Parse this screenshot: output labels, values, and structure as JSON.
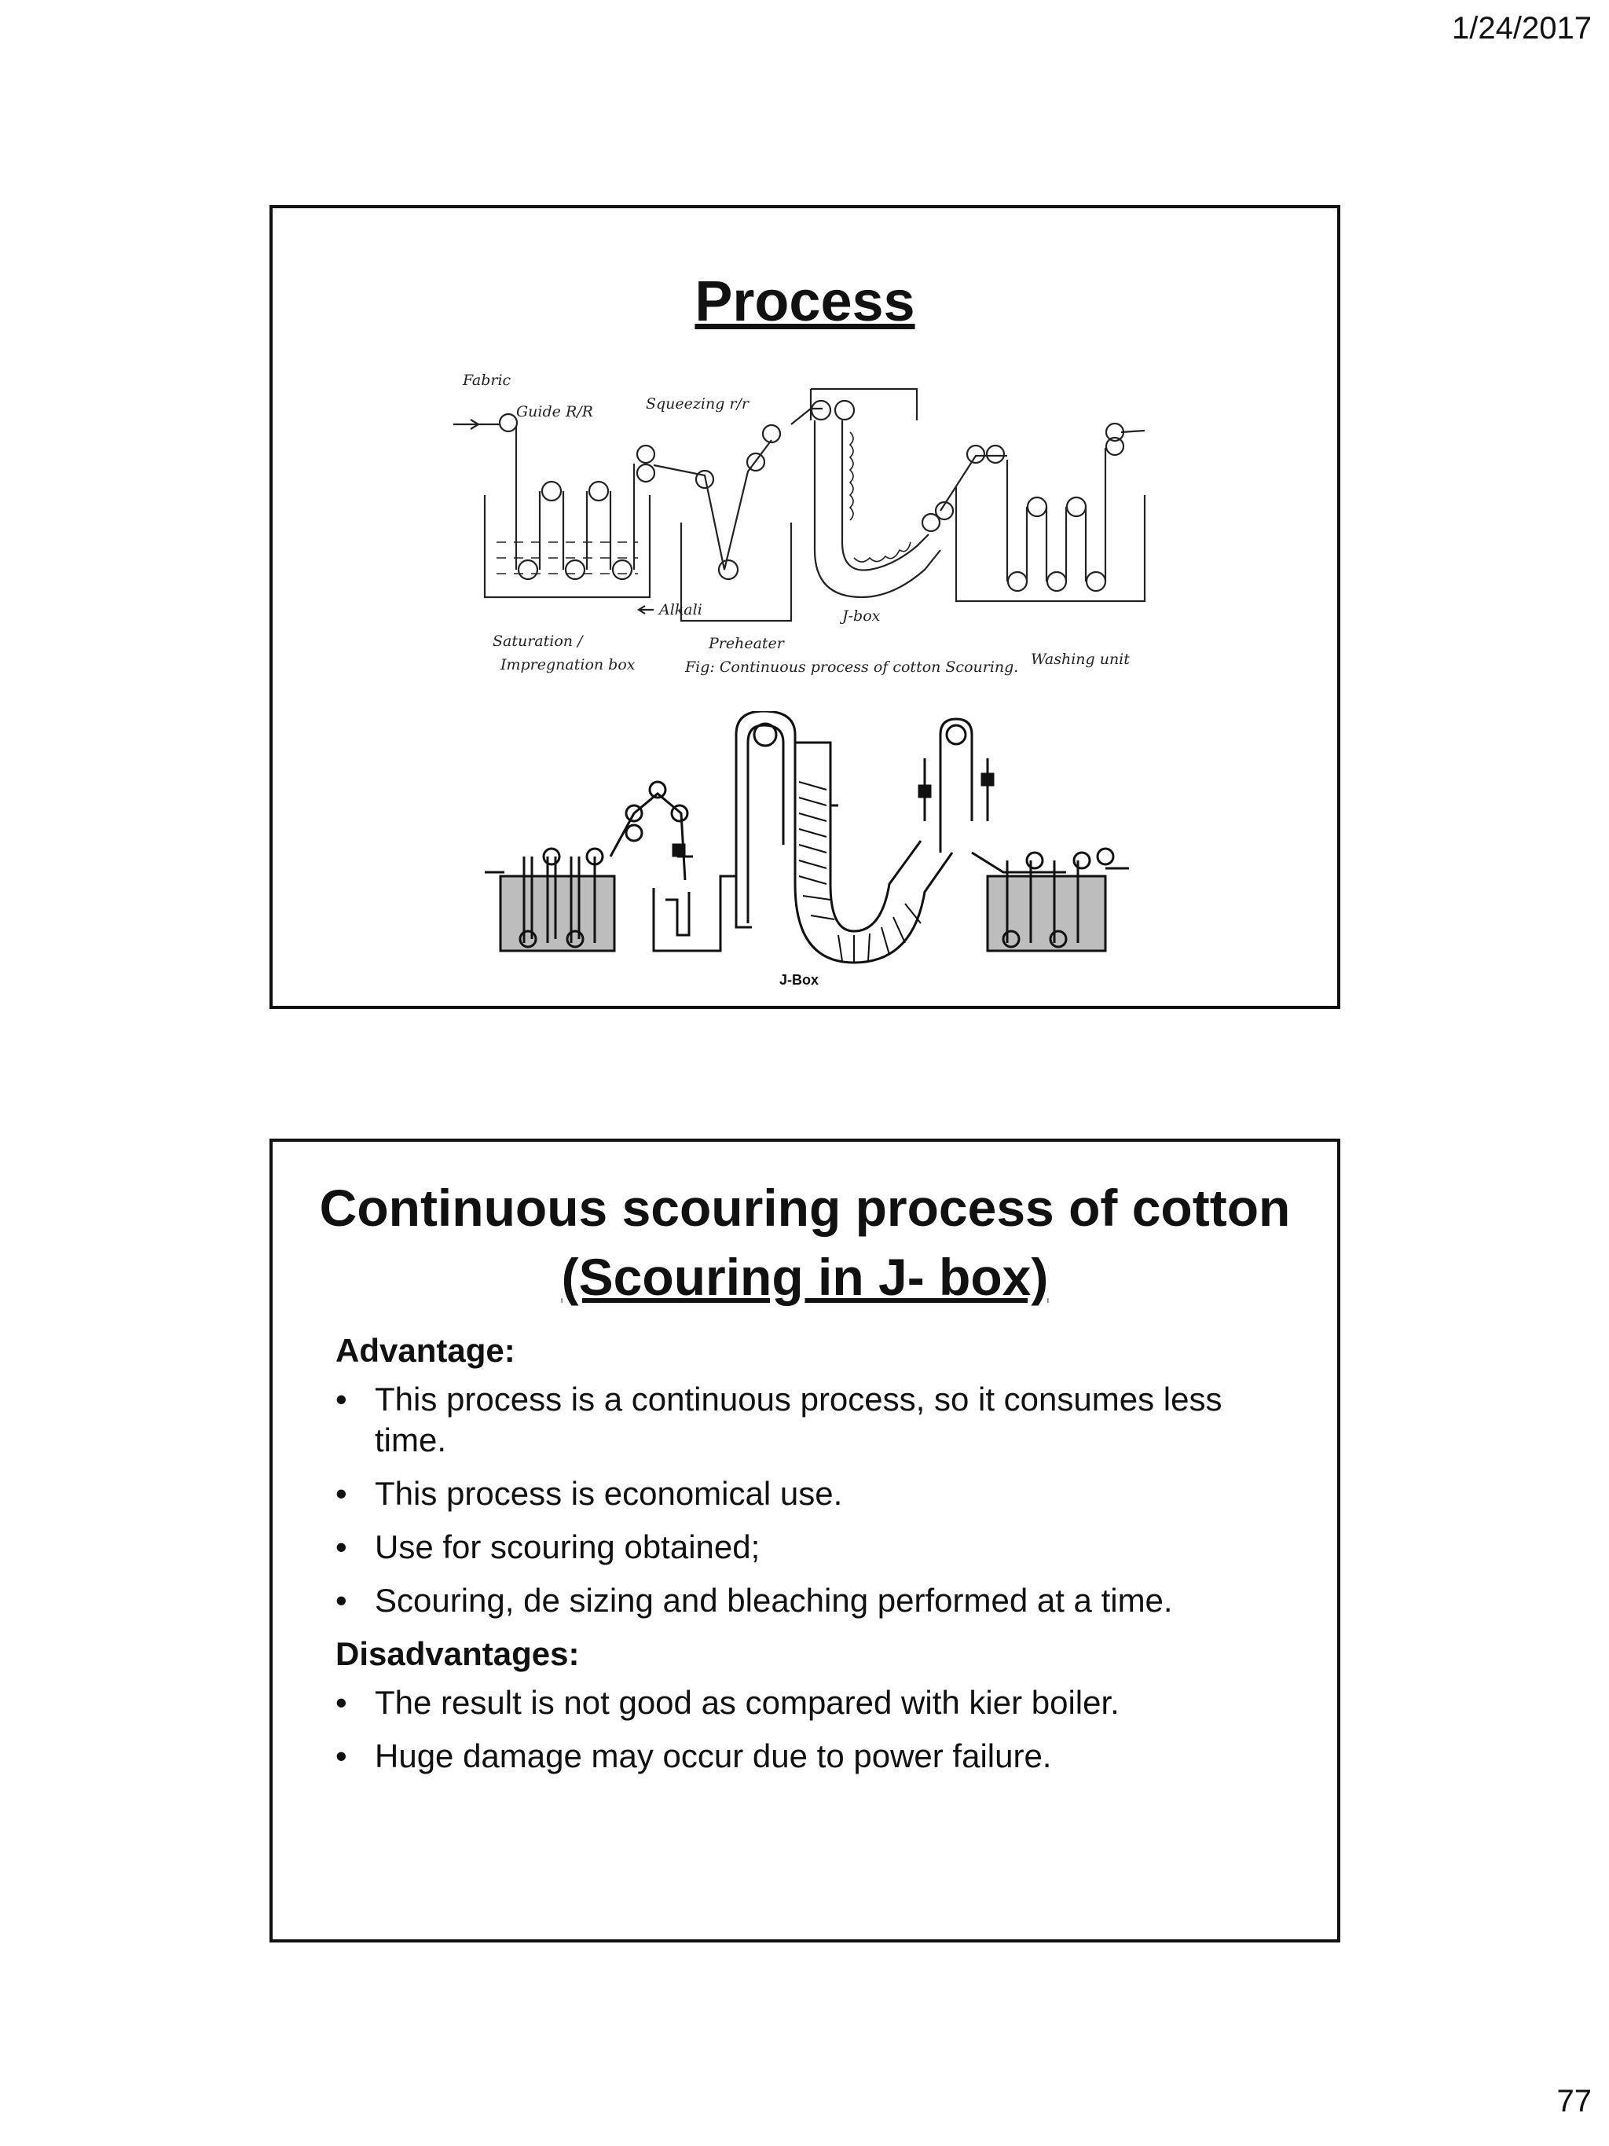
{
  "header": {
    "date": "1/24/2017"
  },
  "footer": {
    "page_number": "77"
  },
  "slide1": {
    "title": "Process",
    "sketch_labels": {
      "fabric": "Fabric",
      "guide_roller": "Guide R/R",
      "squeezing": "Squeezing r/r",
      "alkali": "Alkali",
      "saturation_1": "Saturation /",
      "saturation_2": "Impregnation box",
      "preheater": "Preheater",
      "jbox": "J-box",
      "washing": "Washing unit",
      "caption": "Fig: Continuous process of cotton Scouring."
    },
    "diagram_label": "J-Box"
  },
  "slide2": {
    "title_line1": "Continuous scouring process of cotton",
    "title_line2": "(Scouring in J- box)",
    "advantage_heading": "Advantage:",
    "advantages": [
      "This process is a continuous process, so it consumes less time.",
      "This process is economical use.",
      "Use for scouring obtained;",
      "Scouring, de sizing and bleaching performed at a time."
    ],
    "disadvantage_heading": "Disadvantages:",
    "disadvantages": [
      "The result is not good as compared with kier boiler.",
      "Huge damage may occur due to power failure."
    ]
  }
}
